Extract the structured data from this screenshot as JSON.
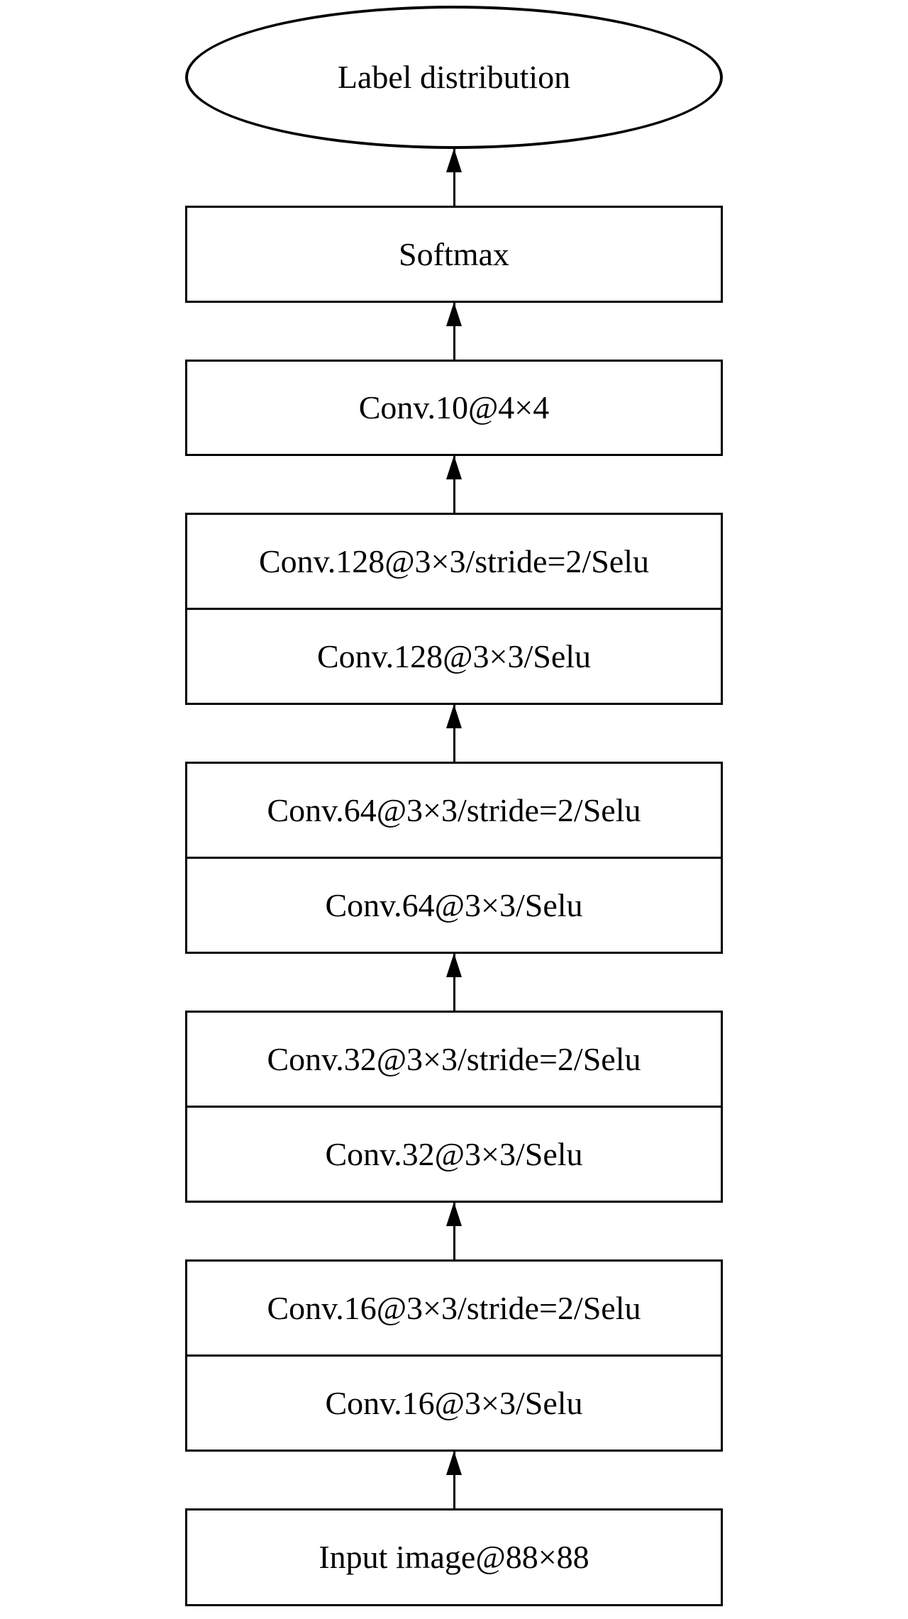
{
  "diagram": {
    "background_color": "#ffffff",
    "stroke_color": "#000000",
    "flow_direction": "bottom-to-top",
    "nodes": {
      "output": {
        "label": "Label distribution",
        "shape": "ellipse"
      },
      "softmax": {
        "label": "Softmax",
        "shape": "rect"
      },
      "conv10": {
        "label": "Conv.10@4×4",
        "shape": "rect"
      },
      "conv128_stride": {
        "label": "Conv.128@3×3/stride=2/Selu",
        "shape": "rect"
      },
      "conv128": {
        "label": "Conv.128@3×3/Selu",
        "shape": "rect"
      },
      "conv64_stride": {
        "label": "Conv.64@3×3/stride=2/Selu",
        "shape": "rect"
      },
      "conv64": {
        "label": "Conv.64@3×3/Selu",
        "shape": "rect"
      },
      "conv32_stride": {
        "label": "Conv.32@3×3/stride=2/Selu",
        "shape": "rect"
      },
      "conv32": {
        "label": "Conv.32@3×3/Selu",
        "shape": "rect"
      },
      "conv16_stride": {
        "label": "Conv.16@3×3/stride=2/Selu",
        "shape": "rect"
      },
      "conv16": {
        "label": "Conv.16@3×3/Selu",
        "shape": "rect"
      },
      "input": {
        "label": "Input image@88×88",
        "shape": "rect"
      }
    }
  }
}
